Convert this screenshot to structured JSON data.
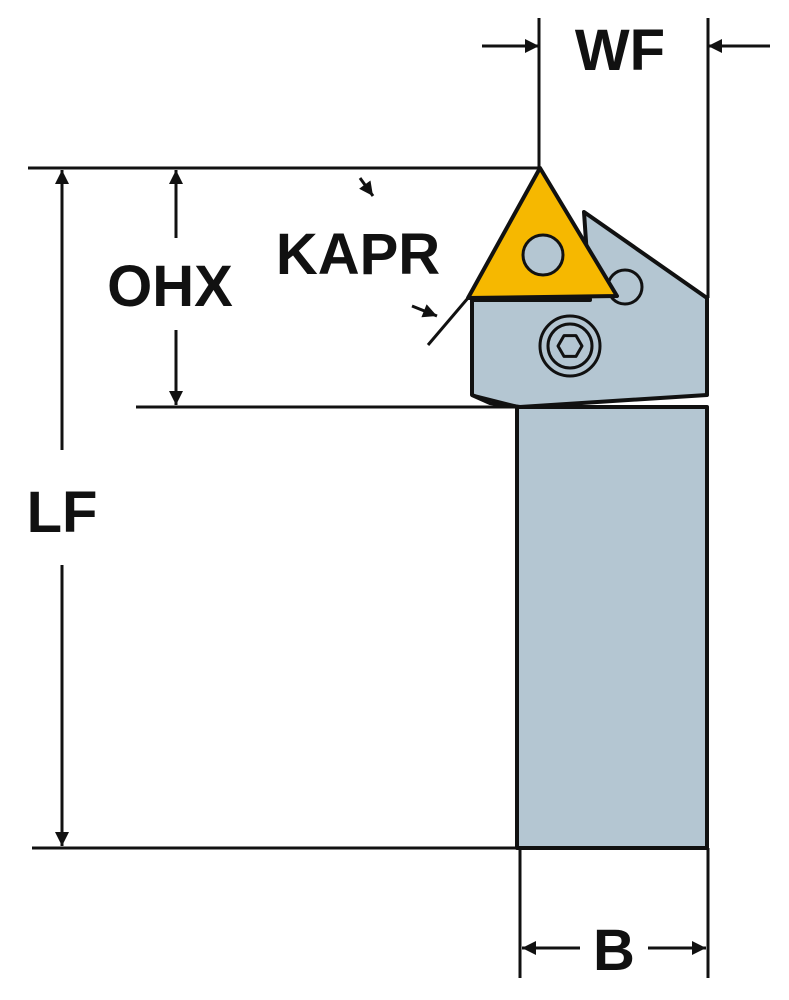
{
  "labels": {
    "wf": "WF",
    "kapr": "KAPR",
    "ohx": "OHX",
    "lf": "LF",
    "b": "B"
  },
  "colors": {
    "body": "#b4c6d2",
    "insert": "#f6b800",
    "outline": "#111111",
    "background": "#ffffff"
  }
}
